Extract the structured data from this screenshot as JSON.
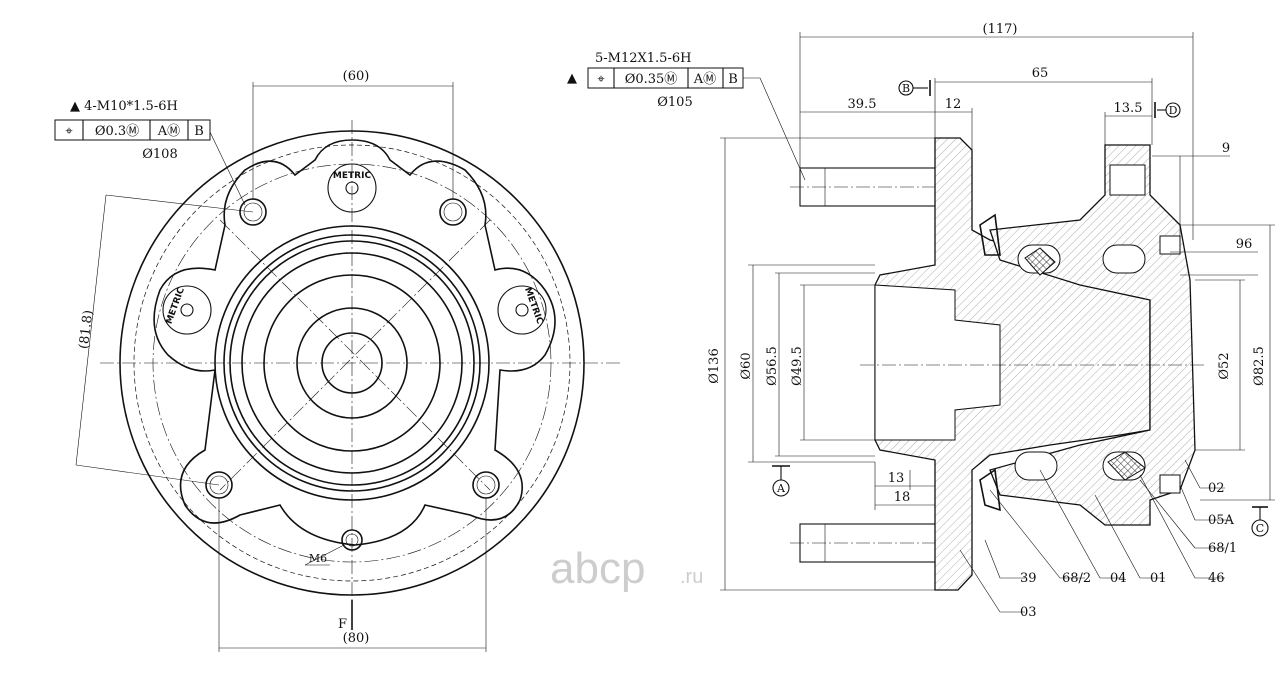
{
  "front_view": {
    "thread_note": "4-M10*1.5-6H",
    "fcf": {
      "symbol": "⌖",
      "tolerance": "Ø0.3Ⓜ",
      "datum_a": "AⓂ",
      "datum_b": "B"
    },
    "pcd": "Ø108",
    "dim_top": "(60)",
    "dim_left": "(81.8)",
    "dim_bottom": "(80)",
    "sensor_thread": "M6",
    "view_label": "F",
    "stamp_text": "METRIC"
  },
  "section_view": {
    "thread_note": "5-M12X1.5-6H",
    "fcf": {
      "symbol": "⌖",
      "tolerance": "Ø0.35Ⓜ",
      "datum_a": "AⓂ",
      "datum_b": "B"
    },
    "pcd": "Ø105",
    "dims": {
      "overall": "(117)",
      "d65": "65",
      "d39_5": "39.5",
      "d12": "12",
      "d13_5": "13.5",
      "d9": "9",
      "d96": "96",
      "d136": "Ø136",
      "d60": "Ø60",
      "d56_5": "Ø56.5",
      "d49_5": "Ø49.5",
      "d52": "Ø52",
      "d82_5": "Ø82.5",
      "d13": "13",
      "d18": "18"
    },
    "datums": {
      "a": "A",
      "b": "B",
      "c": "C",
      "d": "D"
    },
    "callouts": [
      "02",
      "05A",
      "68/1",
      "46",
      "01",
      "04",
      "68/2",
      "39",
      "03"
    ]
  },
  "watermark": {
    "brand": "abcp",
    "suffix": ".ru"
  }
}
